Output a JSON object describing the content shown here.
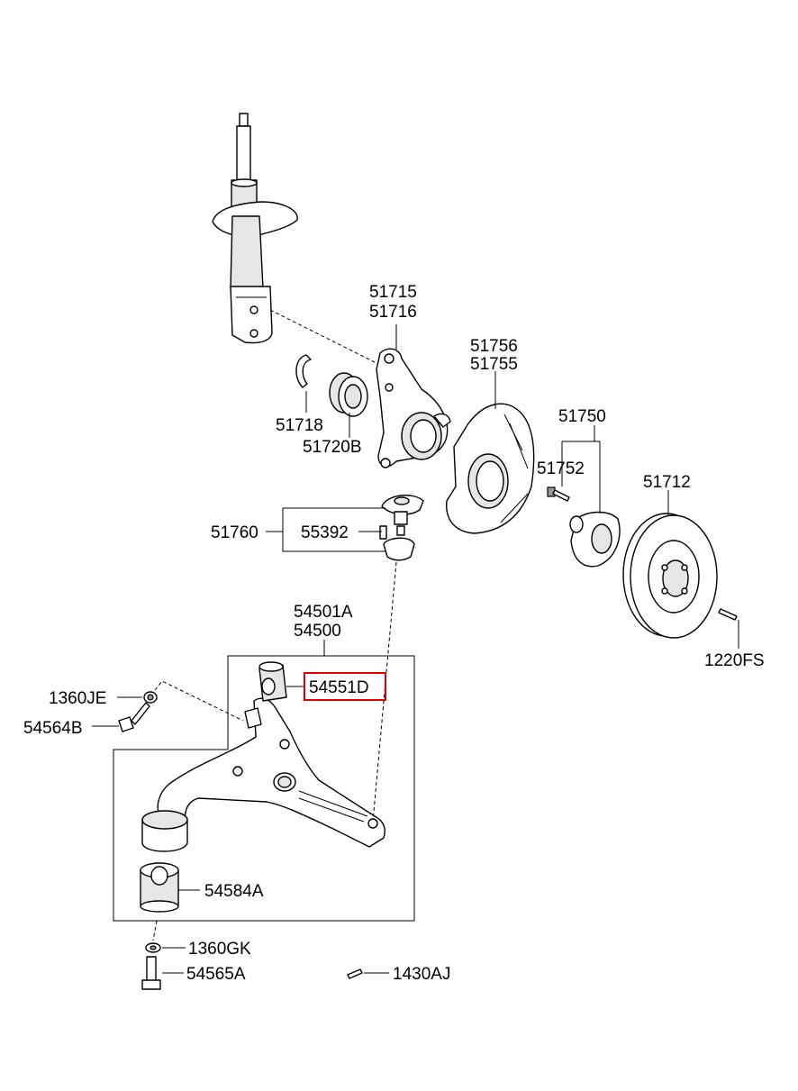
{
  "labels": {
    "strut_top_a": "51715",
    "strut_top_b": "51716",
    "shield_a": "51756",
    "shield_b": "51755",
    "snap_ring": "51718",
    "bearing": "51720B",
    "hub_group": "51750",
    "hub_bolt": "51752",
    "disc": "51712",
    "ball_joint_group": "51760",
    "ball_joint_bolt": "55392",
    "arm_a": "54501A",
    "arm_b": "54500",
    "bushing_front": "54551D",
    "washer_front": "1360JE",
    "bolt_front": "54564B",
    "disc_screw": "1220FS",
    "bushing_rear": "54584A",
    "washer_rear": "1360GK",
    "bolt_rear": "54565A",
    "pin": "1430AJ"
  },
  "highlight": {
    "part": "54551D",
    "color": "#e00000"
  }
}
